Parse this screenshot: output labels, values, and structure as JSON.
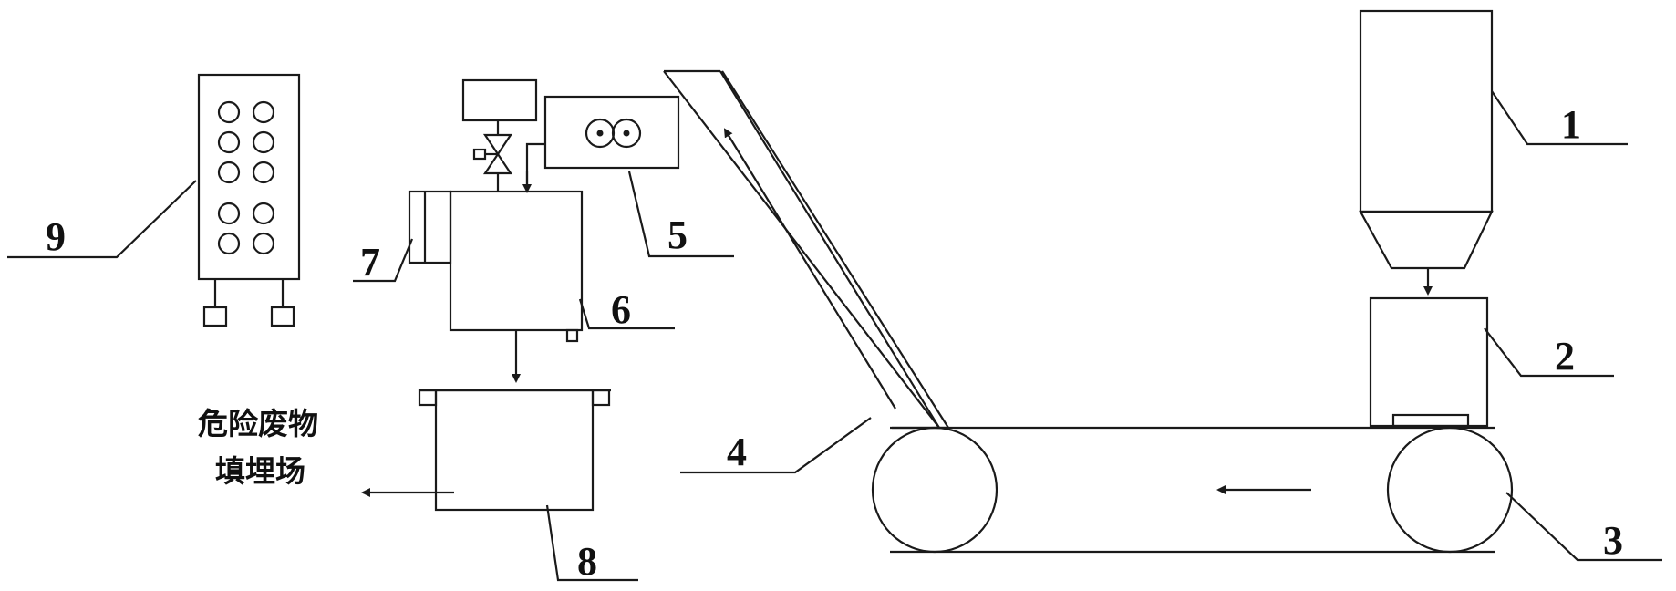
{
  "labels": {
    "l1": "1",
    "l2": "2",
    "l3": "3",
    "l4": "4",
    "l5": "5",
    "l6": "6",
    "l7": "7",
    "l8": "8",
    "l9": "9"
  },
  "destination": {
    "line1": "危险废物",
    "line2": "填埋场"
  },
  "colors": {
    "stroke": "#1a1a1a",
    "background": "#ffffff"
  }
}
